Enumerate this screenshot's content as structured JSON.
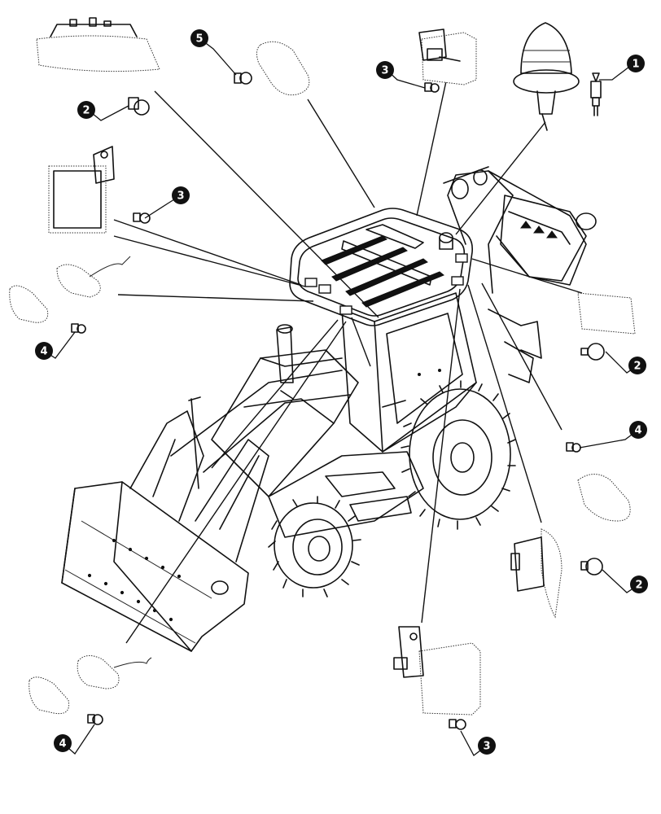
{
  "callouts": [
    {
      "id": "c1",
      "label": "1",
      "target": "beacon-bulb"
    },
    {
      "id": "c2a",
      "label": "2",
      "target": "front-lamp-bulb"
    },
    {
      "id": "c3a",
      "label": "3",
      "target": "rear-lamp-bulb"
    },
    {
      "id": "c5",
      "label": "5",
      "target": "front-light-bar-bulb"
    },
    {
      "id": "c3b",
      "label": "3",
      "target": "left-work-light-bulb"
    },
    {
      "id": "c2b",
      "label": "2",
      "target": "right-rear-lamp-bulb"
    },
    {
      "id": "c4a",
      "label": "4",
      "target": "left-front-marker-bulb"
    },
    {
      "id": "c4b",
      "label": "4",
      "target": "right-marker-bulb"
    },
    {
      "id": "c2c",
      "label": "2",
      "target": "right-side-lamp-bulb"
    },
    {
      "id": "c3c",
      "label": "3",
      "target": "bottom-work-light-bulb"
    },
    {
      "id": "c4c",
      "label": "4",
      "target": "bottom-left-marker-bulb"
    }
  ],
  "icons": [
    "beacon-icon",
    "work-light-icon",
    "lamp-lens-icon",
    "bulb-icon",
    "backhoe-loader-icon"
  ]
}
